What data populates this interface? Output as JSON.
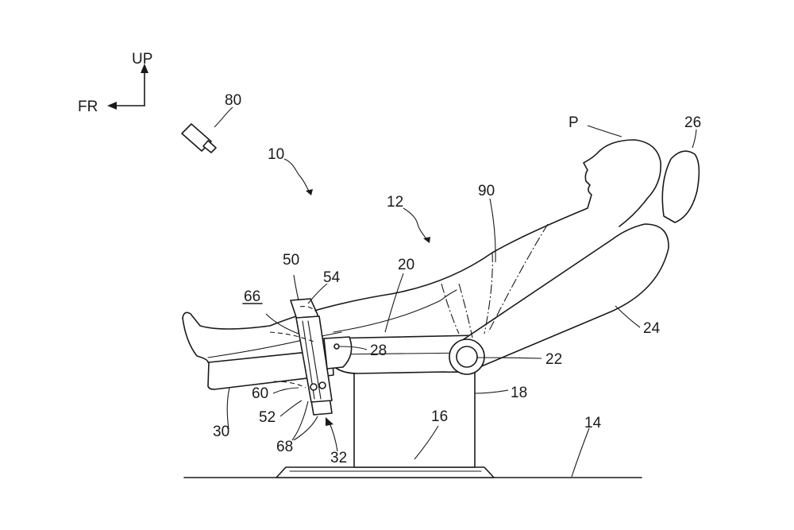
{
  "orientation": {
    "up": "UP",
    "front": "FR"
  },
  "labels": {
    "n80": "80",
    "n10": "10",
    "n12": "12",
    "n90": "90",
    "nP": "P",
    "n26": "26",
    "n50": "50",
    "n54": "54",
    "n66": "66",
    "n20": "20",
    "n28": "28",
    "n22": "22",
    "n24": "24",
    "n60": "60",
    "n18": "18",
    "n30": "30",
    "n52": "52",
    "n16": "16",
    "n14": "14",
    "n68": "68",
    "n32": "32"
  }
}
